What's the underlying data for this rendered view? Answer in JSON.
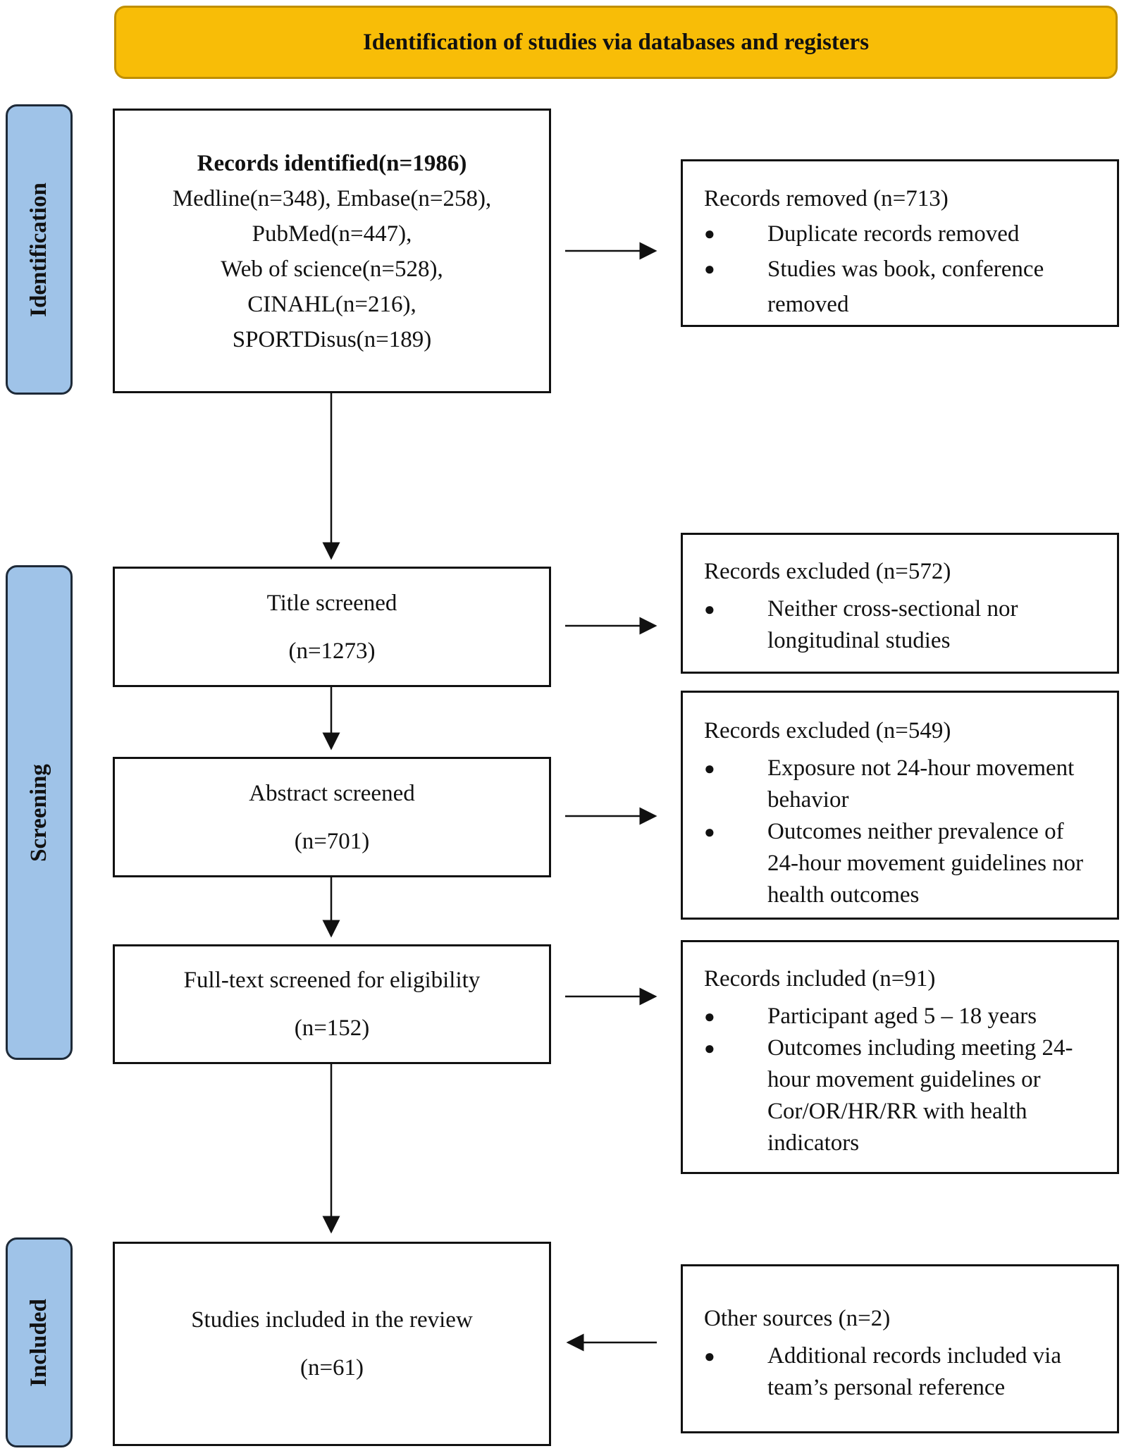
{
  "header": {
    "title": "Identification of studies via databases and registers"
  },
  "phases": {
    "identification": "Identification",
    "screening": "Screening",
    "included": "Included"
  },
  "records_identified": {
    "title": "Records identified(n=1986)",
    "lines": [
      "Medline(n=348), Embase(n=258),",
      "PubMed(n=447),",
      "Web of science(n=528),",
      "CINAHL(n=216),",
      "SPORTDisus(n=189)"
    ]
  },
  "records_removed": {
    "title": "Records removed (n=713)",
    "bullets": [
      "Duplicate records removed",
      "Studies was book, conference removed"
    ]
  },
  "title_screened": {
    "label": "Title screened",
    "count": "(n=1273)"
  },
  "excluded_1": {
    "title": "Records excluded (n=572)",
    "bullets": [
      "Neither cross-sectional nor longitudinal studies"
    ]
  },
  "abstract_screened": {
    "label": "Abstract screened",
    "count": "(n=701)"
  },
  "excluded_2": {
    "title": "Records excluded (n=549)",
    "bullets": [
      "Exposure not 24-hour movement behavior",
      "Outcomes neither prevalence of 24-hour movement guidelines nor health outcomes"
    ]
  },
  "fulltext_screened": {
    "label": "Full-text screened for eligibility",
    "count": "(n=152)"
  },
  "records_included": {
    "title": "Records included (n=91)",
    "bullets": [
      "Participant aged 5 – 18 years",
      "Outcomes including meeting 24-hour movement guidelines or Cor/OR/HR/RR with health indicators"
    ]
  },
  "studies_included": {
    "label": "Studies included in the review",
    "count": "(n=61)"
  },
  "other_sources": {
    "title": "Other sources (n=2)",
    "bullets": [
      "Additional records included via team’s personal reference"
    ]
  }
}
